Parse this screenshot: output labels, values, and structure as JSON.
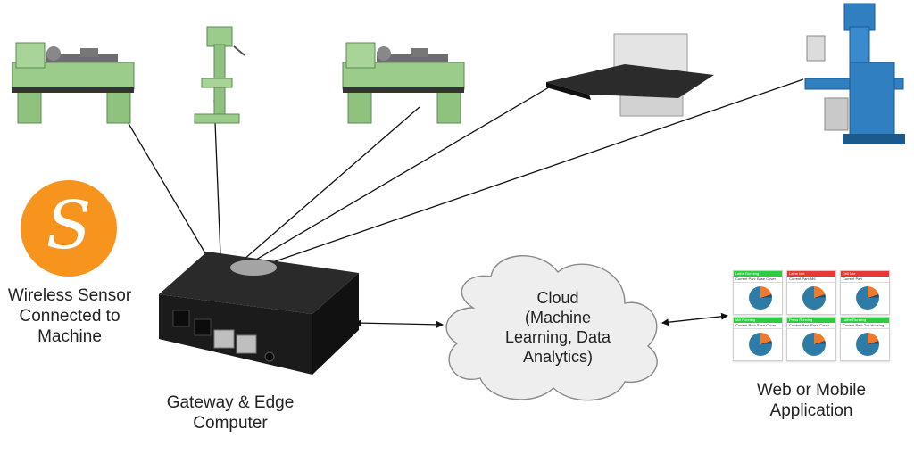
{
  "labels": {
    "sensor": [
      "Wireless Sensor",
      "Connected to",
      "Machine"
    ],
    "gateway": [
      "Gateway & Edge",
      "Computer"
    ],
    "cloud": [
      "Cloud",
      "(Machine",
      "Learning, Data",
      "Analytics)"
    ],
    "app": [
      "Web or Mobile",
      "Application"
    ]
  },
  "logo": {
    "glyph": "S",
    "color": "#f7941d"
  },
  "machines": [
    {
      "name": "lathe-machine-1",
      "color": "#9ccc8c"
    },
    {
      "name": "drill-press",
      "color": "#9ccc8c"
    },
    {
      "name": "lathe-machine-2",
      "color": "#9ccc8c"
    },
    {
      "name": "punch-press-table",
      "color": "#2b2b2b"
    },
    {
      "name": "milling-machine",
      "color": "#2f7fc1"
    }
  ],
  "app_tiles": [
    {
      "status_color": "#2ecc40",
      "title": "Lathe Running",
      "part": "Current Part: Base Cover"
    },
    {
      "status_color": "#e53935",
      "title": "Lathe Idle",
      "part": "Current Part: M6"
    },
    {
      "status_color": "#e53935",
      "title": "Drill Idle",
      "part": "Current Part"
    },
    {
      "status_color": "#2ecc40",
      "title": "Mill Running",
      "part": "Current Part: Base Cover"
    },
    {
      "status_color": "#2ecc40",
      "title": "Press Running",
      "part": "Current Part: Base Cover"
    },
    {
      "status_color": "#2ecc40",
      "title": "Lathe Running",
      "part": "Current Part: Top Housing"
    }
  ]
}
